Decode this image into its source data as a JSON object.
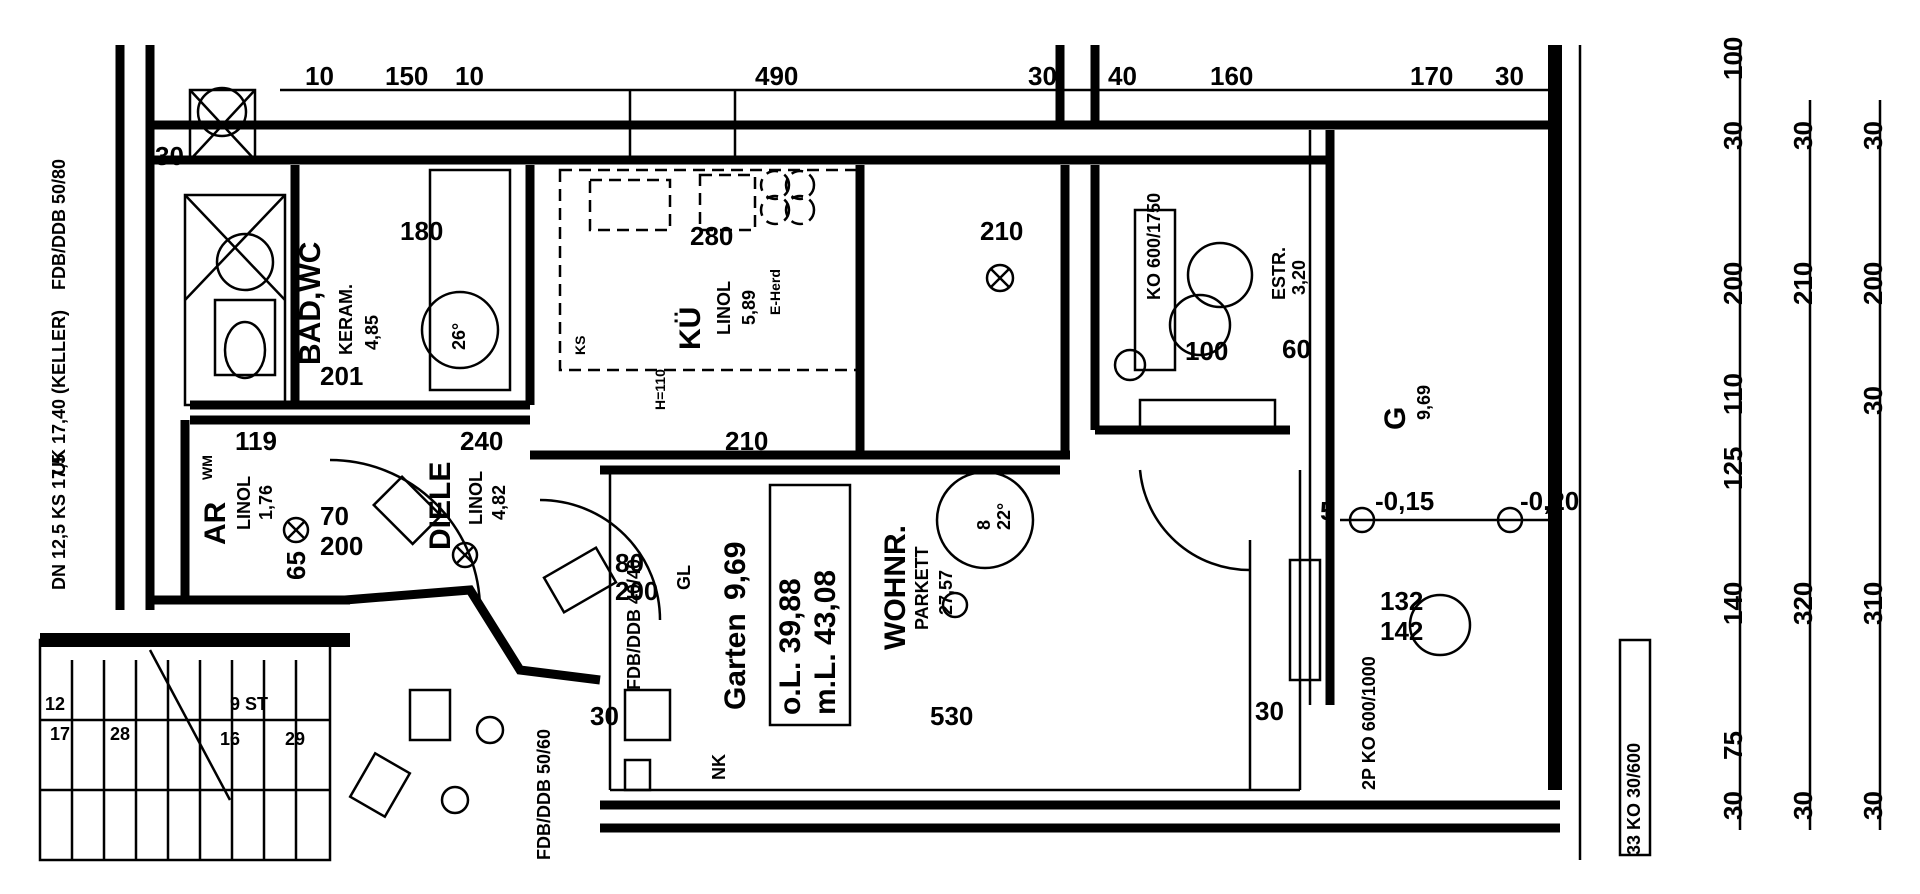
{
  "colors": {
    "ink": "#000000",
    "paper": "#ffffff"
  },
  "rooms": {
    "bath": {
      "name": "BAD,WC",
      "floor": "KERAM.",
      "area": "4,85"
    },
    "kitchen": {
      "name": "KÜ",
      "floor": "LINOL",
      "area": "5,89"
    },
    "storage": {
      "name": "AR",
      "floor": "LINOL",
      "area": "1,76"
    },
    "hall": {
      "name": "DIELE",
      "floor": "LINOL",
      "area": "4,82"
    },
    "living": {
      "name": "WOHNR.",
      "floor": "PARKETT",
      "area": "27,57"
    },
    "garden": {
      "name": "Garten",
      "area": "9,69"
    },
    "garage": {
      "name": "G",
      "area": "9,69"
    },
    "estr": {
      "name": "ESTR.",
      "area": "3,20"
    }
  },
  "areas": {
    "ol": "o.L. 39,88",
    "ml": "m.L. 43,08"
  },
  "dims_top": [
    "10",
    "150",
    "10",
    "490",
    "30",
    "40",
    "160",
    "170",
    "30"
  ],
  "dims_right_1": [
    "100",
    "30",
    "200",
    "110",
    "125",
    "140",
    "75",
    "30"
  ],
  "dims_right_2": [
    "30",
    "210",
    "320",
    "30"
  ],
  "dims_right_3": [
    "30",
    "200",
    "30",
    "310",
    "30"
  ],
  "dims_interior": {
    "d530": "530",
    "d240": "240",
    "d210a": "210",
    "d210b": "210",
    "d200a": "200",
    "d200b": "200",
    "d100": "100",
    "d119": "119",
    "d60": "60",
    "d80": "80",
    "d70": "70",
    "d65": "65",
    "d30a": "30",
    "d30b": "30",
    "d30c": "30",
    "d180": "180",
    "d280": "280",
    "d201": "201",
    "d132": "132",
    "d142": "142",
    "d015": "-0,15",
    "d020": "-0,20",
    "d5": "5",
    "d26": "26°",
    "d22": "22°",
    "d8": "8",
    "d9st": "9 ST",
    "d16": "16",
    "d29": "29",
    "d17": "17",
    "d28": "28",
    "d12": "12"
  },
  "annotations": {
    "fdb_top": "FDB/DDB 50/80",
    "fdb_top2": "FDB/DDB 40/40",
    "fdb_left1": "FDB/DDB 50/60",
    "uk": "UK 17,40 (KELLER)",
    "dn": "DN 12,5 KS 17,5",
    "ko1": "KO 600/1750",
    "ko2": "2P KO 600/1000",
    "ko3": "33 KO 30/600",
    "h110": "H=110",
    "eherd": "E-Herd",
    "ks": "KS",
    "nk": "NK",
    "wm": "WM",
    "gl": "GL"
  }
}
